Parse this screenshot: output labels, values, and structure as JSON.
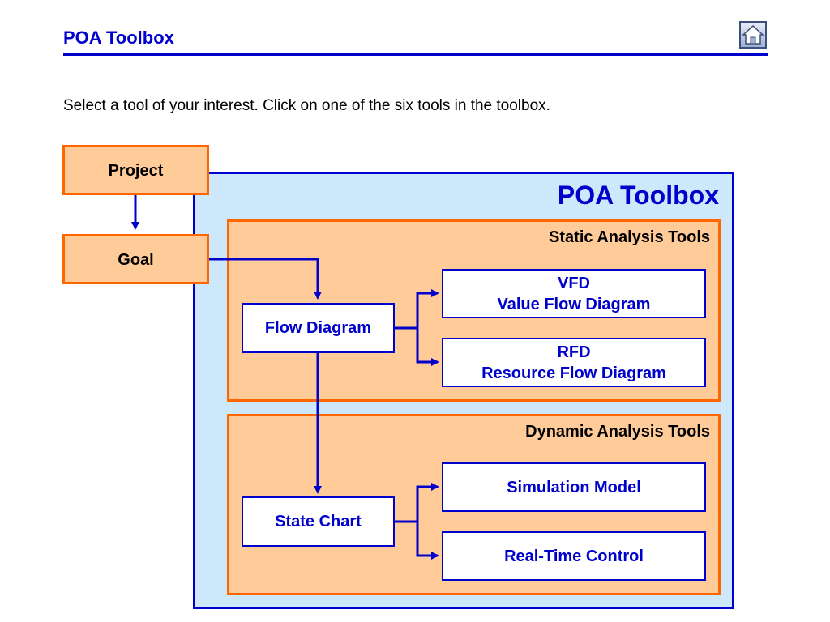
{
  "header": {
    "title": "POA Toolbox",
    "home_icon": "home-icon"
  },
  "instruction": "Select a tool of your interest. Click on one of the six tools in the toolbox.",
  "colors": {
    "title_blue": "#0000cc",
    "orange_border": "#ff6600",
    "orange_fill": "#ffcc99",
    "toolbox_fill": "#cce8fa"
  },
  "left_nodes": {
    "project": "Project",
    "goal": "Goal"
  },
  "toolbox": {
    "title": "POA Toolbox",
    "static_section": {
      "title": "Static Analysis Tools",
      "source": "Flow Diagram",
      "vfd": {
        "line1": "VFD",
        "line2": "Value Flow Diagram"
      },
      "rfd": {
        "line1": "RFD",
        "line2": "Resource Flow Diagram"
      }
    },
    "dynamic_section": {
      "title": "Dynamic Analysis Tools",
      "source": "State Chart",
      "simulation": "Simulation Model",
      "realtime": "Real-Time Control"
    }
  }
}
